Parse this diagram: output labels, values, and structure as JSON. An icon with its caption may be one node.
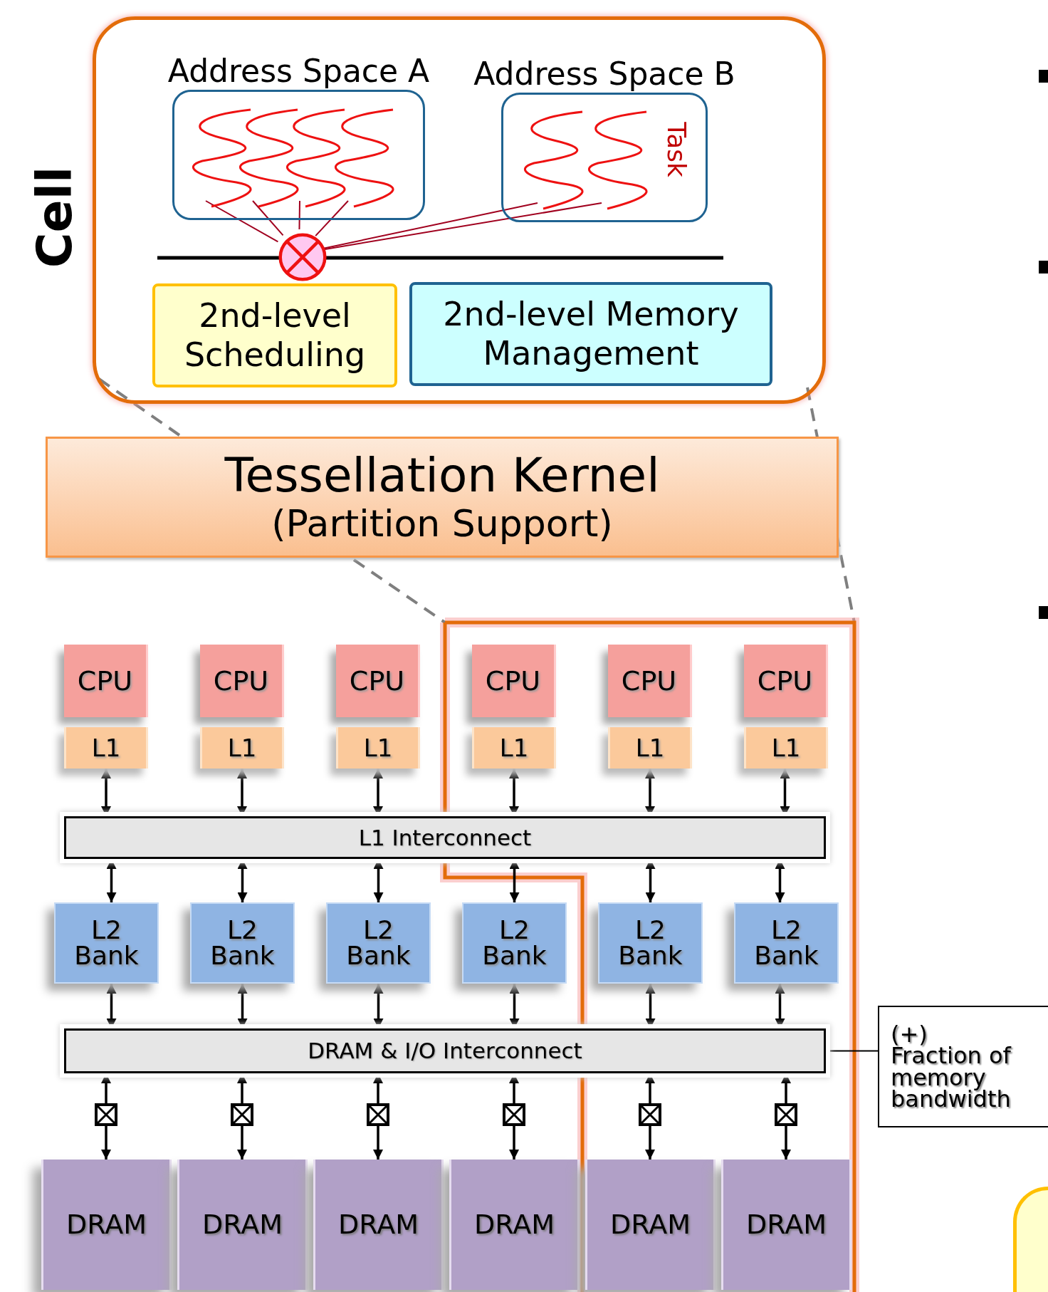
{
  "diagram": {
    "nodes": [
      {
        "text": [
          "Cell"
        ]
      },
      {
        "text": [
          "Address Space A"
        ],
        "in": 0
      },
      {
        "text": [],
        "shape": "squiggle",
        "in": 1
      },
      {
        "text": [],
        "shape": "squiggle",
        "in": 1
      },
      {
        "text": [],
        "shape": "squiggle",
        "in": 1
      },
      {
        "text": [],
        "shape": "squiggle",
        "in": 1
      },
      {
        "text": [
          "Address Space B"
        ],
        "in": 0
      },
      {
        "text": [],
        "shape": "squiggle",
        "in": 6
      },
      {
        "text": [],
        "shape": "squiggle",
        "in": 6,
        "beside": [
          "Task"
        ]
      },
      {
        "text": [],
        "shape": "circle",
        "in": 0
      },
      {
        "text": [
          "2nd-level Scheduling"
        ],
        "in": 0
      },
      {
        "text": [
          "2nd-level Memory Management"
        ],
        "in": 0
      },
      {
        "text": [
          "Tessellation Kernel",
          "(Partition Support)"
        ]
      },
      {
        "text": [
          "CPU"
        ]
      },
      {
        "text": [
          "CPU"
        ]
      },
      {
        "text": [
          "CPU"
        ]
      },
      {
        "text": [
          "CPU"
        ]
      },
      {
        "text": [
          "CPU"
        ]
      },
      {
        "text": [
          "CPU"
        ]
      },
      {
        "text": [
          "L1"
        ]
      },
      {
        "text": [
          "L1"
        ]
      },
      {
        "text": [
          "L1"
        ]
      },
      {
        "text": [
          "L1"
        ]
      },
      {
        "text": [
          "L1"
        ]
      },
      {
        "text": [
          "L1"
        ]
      },
      {
        "text": [
          "L1 Interconnect"
        ]
      },
      {
        "text": [
          "L2 Bank"
        ]
      },
      {
        "text": [
          "L2 Bank"
        ]
      },
      {
        "text": [
          "L2 Bank"
        ]
      },
      {
        "text": [
          "L2 Bank"
        ]
      },
      {
        "text": [
          "L2 Bank"
        ]
      },
      {
        "text": [
          "L2 Bank"
        ]
      },
      {
        "text": [
          "DRAM & I/O Interconnect"
        ]
      },
      {
        "text": [],
        "shape": "box"
      },
      {
        "text": [],
        "shape": "box"
      },
      {
        "text": [],
        "shape": "box"
      },
      {
        "text": [],
        "shape": "box"
      },
      {
        "text": [],
        "shape": "box"
      },
      {
        "text": [],
        "shape": "box"
      },
      {
        "text": [
          "DRAM"
        ]
      },
      {
        "text": [
          "DRAM"
        ]
      },
      {
        "text": [
          "DRAM"
        ]
      },
      {
        "text": [
          "DRAM"
        ]
      },
      {
        "text": [
          "DRAM"
        ]
      },
      {
        "text": [
          "DRAM"
        ]
      },
      {
        "text": [
          "(+)",
          "Fraction of memory bandwidth"
        ]
      },
      {
        "text": [],
        "shape": "rounded-box"
      }
    ],
    "edges": [
      {
        "from": 2,
        "to": 9,
        "arrow": "none",
        "color": "#a0001e"
      },
      {
        "from": 3,
        "to": 9,
        "arrow": "none",
        "color": "#a0001e"
      },
      {
        "from": 4,
        "to": 9,
        "arrow": "none",
        "color": "#a0001e"
      },
      {
        "from": 5,
        "to": 9,
        "arrow": "none",
        "color": "#a0001e"
      },
      {
        "from": 7,
        "to": 9,
        "arrow": "none",
        "color": "#a0001e"
      },
      {
        "from": 8,
        "to": 9,
        "arrow": "none",
        "color": "#a0001e"
      },
      {
        "from": 19,
        "to": 25,
        "arrow": "both"
      },
      {
        "from": 20,
        "to": 25,
        "arrow": "both"
      },
      {
        "from": 21,
        "to": 25,
        "arrow": "both"
      },
      {
        "from": 22,
        "to": 25,
        "arrow": "both"
      },
      {
        "from": 23,
        "to": 25,
        "arrow": "both"
      },
      {
        "from": 24,
        "to": 25,
        "arrow": "both"
      },
      {
        "from": 25,
        "to": 26,
        "arrow": "both"
      },
      {
        "from": 25,
        "to": 27,
        "arrow": "both"
      },
      {
        "from": 25,
        "to": 28,
        "arrow": "both"
      },
      {
        "from": 25,
        "to": 29,
        "arrow": "both"
      },
      {
        "from": 25,
        "to": 30,
        "arrow": "both"
      },
      {
        "from": 25,
        "to": 31,
        "arrow": "both"
      },
      {
        "from": 26,
        "to": 32,
        "arrow": "both"
      },
      {
        "from": 27,
        "to": 32,
        "arrow": "both"
      },
      {
        "from": 28,
        "to": 32,
        "arrow": "both"
      },
      {
        "from": 29,
        "to": 32,
        "arrow": "both"
      },
      {
        "from": 30,
        "to": 32,
        "arrow": "both"
      },
      {
        "from": 31,
        "to": 32,
        "arrow": "both"
      },
      {
        "from": 33,
        "to": 32,
        "arrow": "to"
      },
      {
        "from": 34,
        "to": 32,
        "arrow": "to"
      },
      {
        "from": 35,
        "to": 32,
        "arrow": "to"
      },
      {
        "from": 36,
        "to": 32,
        "arrow": "to"
      },
      {
        "from": 37,
        "to": 32,
        "arrow": "to"
      },
      {
        "from": 38,
        "to": 32,
        "arrow": "to"
      },
      {
        "from": 33,
        "to": 39,
        "arrow": "to"
      },
      {
        "from": 34,
        "to": 40,
        "arrow": "to"
      },
      {
        "from": 35,
        "to": 41,
        "arrow": "to"
      },
      {
        "from": 36,
        "to": 42,
        "arrow": "to"
      },
      {
        "from": 37,
        "to": 43,
        "arrow": "to"
      },
      {
        "from": 38,
        "to": 44,
        "arrow": "to"
      },
      {
        "from": 45,
        "to": 32,
        "arrow": "none"
      }
    ]
  }
}
